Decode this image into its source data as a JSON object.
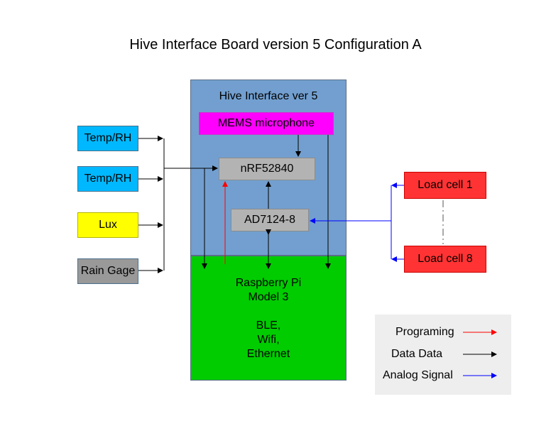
{
  "title": "Hive Interface Board version 5 Configuration A",
  "hive_panel": {
    "label": "Hive Interface ver 5",
    "color": "#729fcf"
  },
  "mems": {
    "label": "MEMS microphone",
    "color": "#ff00ff"
  },
  "nrf": {
    "label": "nRF52840"
  },
  "adc": {
    "label": "AD7124-8"
  },
  "sensors": [
    {
      "label": "Temp/RH",
      "color": "#00b8ff"
    },
    {
      "label": "Temp/RH",
      "color": "#00b8ff"
    },
    {
      "label": "Lux",
      "color": "#ffff00"
    },
    {
      "label": "Rain Gage",
      "color": "#999999"
    }
  ],
  "load_cells": [
    {
      "label": "Load cell 1",
      "color": "#ff3333"
    },
    {
      "label": "Load cell 8",
      "color": "#ff3333"
    }
  ],
  "rpi": {
    "line1": "Raspberry Pi",
    "line2": "Model 3",
    "line3": "BLE,",
    "line4": "Wifi,",
    "line5": "Ethernet",
    "color": "#00cc00"
  },
  "legend": {
    "programming": {
      "label": "Programing",
      "color": "#ff0000"
    },
    "data": {
      "label": "Data Data",
      "color": "#000000"
    },
    "analog": {
      "label": "Analog Signal",
      "color": "#0000ff"
    }
  }
}
